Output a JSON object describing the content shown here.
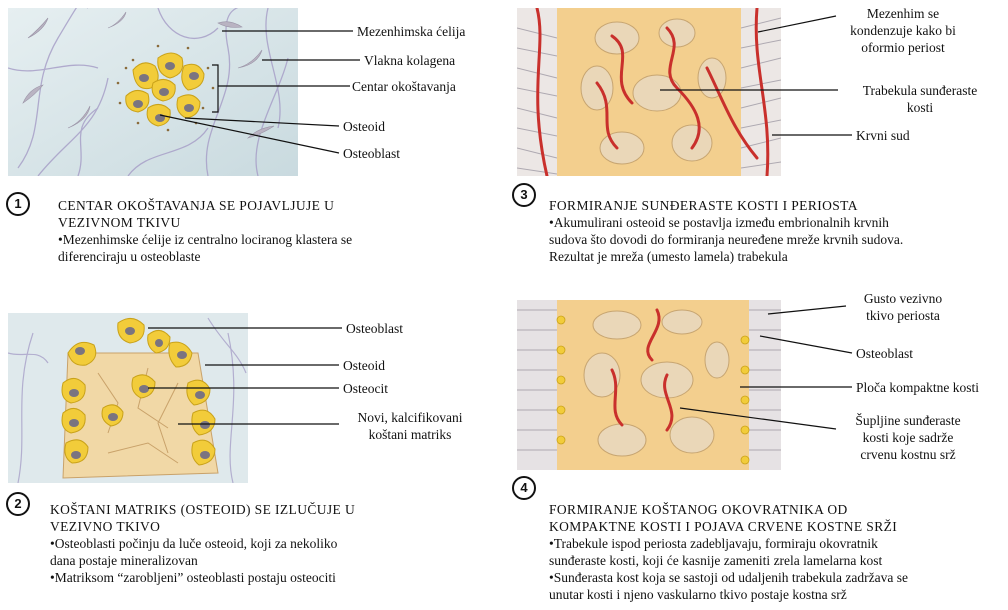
{
  "panels": [
    {
      "number": "1",
      "labels": {
        "mesenchymal_cell": "Mezenhimska ćelija",
        "collagen_fibers": "Vlakna kolagena",
        "ossification_center": "Centar okoštavanja",
        "osteoid": "Osteoid",
        "osteoblast": "Osteoblast"
      },
      "title": [
        "CENTAR OKOŠTAVANJA SE POJAVLJUJE U",
        "VEZIVNOM TKIVU"
      ],
      "bullets": [
        "•Mezenhimske ćelije iz centralno lociranog klastera se",
        "diferenciraju u osteoblaste"
      ]
    },
    {
      "number": "2",
      "labels": {
        "osteoblast": "Osteoblast",
        "osteoid": "Osteoid",
        "osteocyte": "Osteocit",
        "matrix_line1": "Novi, kalcifikovani",
        "matrix_line2": "koštani matriks"
      },
      "title": [
        "KOŠTANI MATRIKS (OSTEOID) SE IZLUČUJE U",
        "VEZIVNO TKIVO"
      ],
      "bullets": [
        "•Osteoblasti počinju da luče osteoid, koji za nekoliko",
        "dana postaje mineralizovan",
        "•Matriksom “zarobljeni” osteoblasti postaju osteociti"
      ]
    },
    {
      "number": "3",
      "labels": {
        "mesenchyme_1": "Mezenhim se",
        "mesenchyme_2": "kondenzuje kako bi",
        "mesenchyme_3": "oformio periost",
        "trabecula_1": "Trabekula sunđeraste",
        "trabecula_2": "kosti",
        "blood_vessel": "Krvni sud"
      },
      "title": [
        "FORMIRANJE SUNĐERASTE KOSTI I PERIOSTA"
      ],
      "bullets": [
        "•Akumulirani osteoid se postavlja između embrionalnih krvnih",
        "sudova što dovodi do formiranja neuređene mreže krvnih sudova.",
        "Rezultat je mreža (umesto lamela) trabekula"
      ]
    },
    {
      "number": "4",
      "labels": {
        "periosteum_1": "Gusto vezivno",
        "periosteum_2": "tkivo periosta",
        "osteoblast": "Osteoblast",
        "compact_plate": "Ploča kompaktne kosti",
        "cavities_1": "Šupljine sunđeraste",
        "cavities_2": "kosti koje sadrže",
        "cavities_3": "crvenu kostnu srž"
      },
      "title": [
        "FORMIRANJE KOŠTANOG OKOVRATNIKA OD",
        "KOMPAKTNE KOSTI I POJAVA CRVENE KOSTNE SRŽI"
      ],
      "bullets": [
        "•Trabekule ispod periosta zadebljavaju, formiraju okovratnik",
        "sunđeraste kosti,  koji će kasnije zameniti zrela lamelarna kost",
        "•Sunđerasta kost koja se sastoji od udaljenih trabekula zadržava se",
        "unutar kosti i njeno vaskularno tkivo postaje kostna srž"
      ]
    }
  ],
  "colors": {
    "tissue_bg": "#dfe9ec",
    "cell_yellow": "#f2cc3a",
    "nucleus": "#7a7480",
    "bone": "#f3cf8e",
    "vessel": "#c9302c"
  }
}
